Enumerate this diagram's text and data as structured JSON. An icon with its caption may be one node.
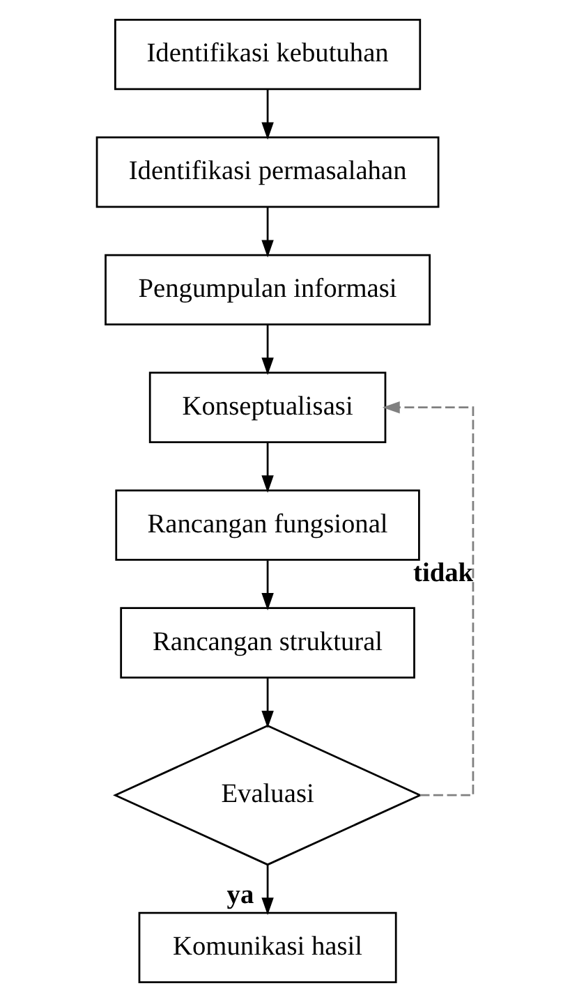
{
  "diagram": {
    "nodes": [
      {
        "text": [
          "Identifikasi kebutuhan"
        ]
      },
      {
        "text": [
          "Identifikasi permasalahan"
        ]
      },
      {
        "text": [
          "Pengumpulan informasi"
        ]
      },
      {
        "text": [
          "Konseptualisasi"
        ]
      },
      {
        "text": [
          "Rancangan fungsional"
        ]
      },
      {
        "text": [
          "Rancangan struktural"
        ]
      },
      {
        "text": [
          "Evaluasi"
        ]
      },
      {
        "text": [
          "Komunikasi hasil"
        ]
      }
    ],
    "edges": [
      {
        "from": 0,
        "to": 1,
        "arrow": "to"
      },
      {
        "from": 1,
        "to": 2,
        "arrow": "to"
      },
      {
        "from": 2,
        "to": 3,
        "arrow": "to"
      },
      {
        "from": 3,
        "to": 4,
        "arrow": "to"
      },
      {
        "from": 4,
        "to": 5,
        "arrow": "to"
      },
      {
        "from": 5,
        "to": 6,
        "arrow": "to"
      },
      {
        "from": 6,
        "to": 3,
        "arrow": "to",
        "label": "tidak",
        "style": "dashed",
        "color": "#808080"
      },
      {
        "from": 6,
        "to": 7,
        "arrow": "to",
        "label": "ya"
      }
    ]
  }
}
